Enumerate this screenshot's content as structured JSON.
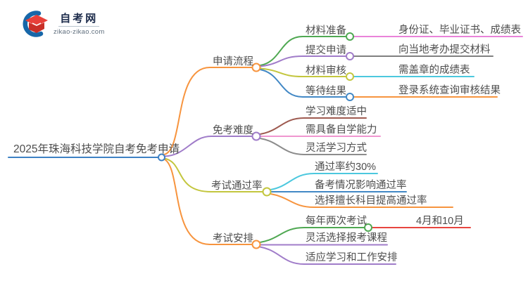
{
  "site": {
    "logo_title": "自考网",
    "logo_domain": "zikao-zikao.com",
    "logo_colors": {
      "crescent_blue": "#1767a9",
      "cap_red": "#e8403a",
      "cap_dark": "#c92f28"
    }
  },
  "mindmap": {
    "root": {
      "label": "2025年珠海科技学院自考免考申请",
      "color": "#3e81c4"
    },
    "branches": [
      {
        "label": "申请流程",
        "color": "#f7943e",
        "children": [
          {
            "label": "材料准备",
            "color": "#4fa852",
            "children": [
              {
                "label": "身份证、毕业证书、成绩表",
                "color": "#e983d9"
              }
            ]
          },
          {
            "label": "提交申请",
            "color": "#a07cc9",
            "children": [
              {
                "label": "向当地考办提交材料",
                "color": "#808080"
              }
            ]
          },
          {
            "label": "材料审核",
            "color": "#c3c63e",
            "children": [
              {
                "label": "需盖章的成绩表",
                "color": "#4cc8de"
              }
            ]
          },
          {
            "label": "等待结果",
            "color": "#4288c5",
            "children": [
              {
                "label": "登录系统查询审核结果",
                "color": "#f7943e"
              }
            ]
          }
        ]
      },
      {
        "label": "免考难度",
        "color": "#a07cc9",
        "children": [
          {
            "label": "学习难度适中",
            "color": "#9e5a50"
          },
          {
            "label": "需具备自学能力",
            "color": "#f096d0"
          },
          {
            "label": "灵活学习方式",
            "color": "#8c8c8c"
          }
        ]
      },
      {
        "label": "考试通过率",
        "color": "#c3c63e",
        "children": [
          {
            "label": "通过率约30%",
            "color": "#4cc8de"
          },
          {
            "label": "备考情况影响通过率",
            "color": "#4288c5"
          },
          {
            "label": "选择擅长科目提高通过率",
            "color": "#f7943e"
          }
        ]
      },
      {
        "label": "考试安排",
        "color": "#f7943e",
        "children": [
          {
            "label": "每年两次考试",
            "color": "#4fa852",
            "children": [
              {
                "label": "4月和10月",
                "color": "#e7453f"
              }
            ]
          },
          {
            "label": "灵活选择报考课程",
            "color": "#a07cc9"
          },
          {
            "label": "适应学习和工作安排",
            "color": "#a07cc9"
          }
        ]
      }
    ]
  }
}
